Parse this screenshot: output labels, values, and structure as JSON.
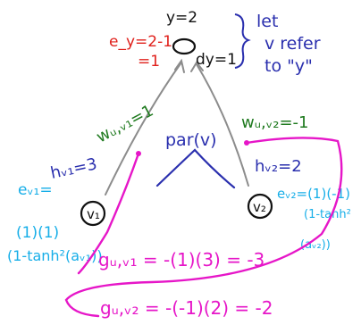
{
  "colors": {
    "black": "#111111",
    "gray": "#8c8c8c",
    "red": "#e0201b",
    "blue": "#2a2fae",
    "green": "#1f7a1f",
    "cyan": "#16aee8",
    "magenta": "#e616c8"
  },
  "nodes": {
    "y": {
      "label": "y=2",
      "dy_label": "dy=1"
    },
    "v1": {
      "label": "v₁"
    },
    "v2": {
      "label": "v₂"
    }
  },
  "notes": {
    "let_line1": "let",
    "let_line2": "v refer",
    "let_line3": "to \"y\"",
    "e_y_line1": "e_y=2-1",
    "e_y_line2": "=1",
    "par": "par(v)",
    "w1": "wᵤ,ᵥ₁=1",
    "w2": "wᵤ,ᵥ₂=-1",
    "h1": "hᵥ₁=3",
    "h2": "hᵥ₂=2",
    "ev1_line1": "eᵥ₁=",
    "ev1_line2": "(1)(1)",
    "ev1_line3": "(1-tanh²(aᵥ₁))",
    "ev2_line1": "eᵥ₂=(1)(-1)",
    "ev2_line2": "(1-tanh²",
    "ev2_line3": "(aᵥ₂))",
    "g1": "gᵤ,ᵥ₁ = -(1)(3) = -3",
    "g2": "gᵤ,ᵥ₂ = -(-1)(2) = -2"
  }
}
